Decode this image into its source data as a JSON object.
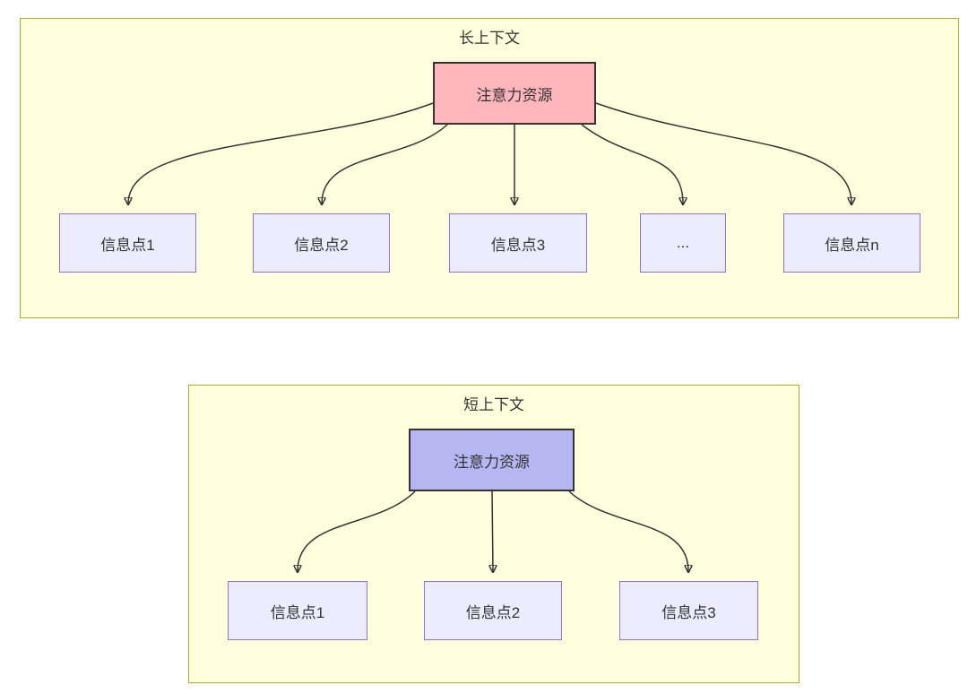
{
  "long_context": {
    "title": "长上下文",
    "attention_label": "注意力资源",
    "nodes": [
      "信息点1",
      "信息点2",
      "信息点3",
      "...",
      "信息点n"
    ]
  },
  "short_context": {
    "title": "短上下文",
    "attention_label": "注意力资源",
    "nodes": [
      "信息点1",
      "信息点2",
      "信息点3"
    ]
  },
  "colors": {
    "container_fill": "#ffffde",
    "container_border": "#aaaa33",
    "long_attention_fill": "#ffb6bc",
    "short_attention_fill": "#b6b6f2",
    "attention_border": "#333333",
    "info_node_fill": "#ececff",
    "info_node_border": "#9370db",
    "arrow_color": "#333333",
    "text_color": "#333333"
  }
}
